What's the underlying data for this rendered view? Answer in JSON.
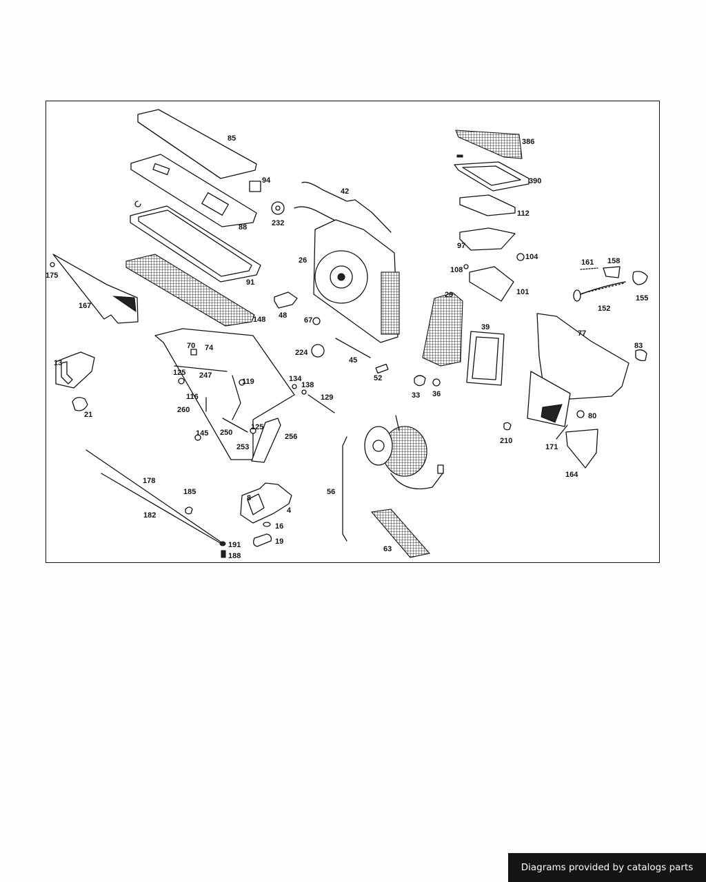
{
  "diagram": {
    "callouts": [
      {
        "id": "85",
        "name": "callout-85"
      },
      {
        "id": "94",
        "name": "callout-94"
      },
      {
        "id": "88",
        "name": "callout-88"
      },
      {
        "id": "232",
        "name": "callout-232"
      },
      {
        "id": "91",
        "name": "callout-91"
      },
      {
        "id": "148",
        "name": "callout-148"
      },
      {
        "id": "175",
        "name": "callout-175"
      },
      {
        "id": "167",
        "name": "callout-167"
      },
      {
        "id": "48",
        "name": "callout-48"
      },
      {
        "id": "67",
        "name": "callout-67"
      },
      {
        "id": "42",
        "name": "callout-42"
      },
      {
        "id": "26",
        "name": "callout-26"
      },
      {
        "id": "386",
        "name": "callout-386"
      },
      {
        "id": "390",
        "name": "callout-390"
      },
      {
        "id": "112",
        "name": "callout-112"
      },
      {
        "id": "97",
        "name": "callout-97"
      },
      {
        "id": "104",
        "name": "callout-104"
      },
      {
        "id": "108",
        "name": "callout-108"
      },
      {
        "id": "101",
        "name": "callout-101"
      },
      {
        "id": "161",
        "name": "callout-161"
      },
      {
        "id": "158",
        "name": "callout-158"
      },
      {
        "id": "152",
        "name": "callout-152"
      },
      {
        "id": "155",
        "name": "callout-155"
      },
      {
        "id": "29",
        "name": "callout-29"
      },
      {
        "id": "39",
        "name": "callout-39"
      },
      {
        "id": "77",
        "name": "callout-77"
      },
      {
        "id": "83",
        "name": "callout-83"
      },
      {
        "id": "13",
        "name": "callout-13"
      },
      {
        "id": "21",
        "name": "callout-21"
      },
      {
        "id": "70",
        "name": "callout-70"
      },
      {
        "id": "74",
        "name": "callout-74"
      },
      {
        "id": "125",
        "name": "callout-125a"
      },
      {
        "id": "247",
        "name": "callout-247"
      },
      {
        "id": "119",
        "name": "callout-119"
      },
      {
        "id": "116",
        "name": "callout-116"
      },
      {
        "id": "260",
        "name": "callout-260"
      },
      {
        "id": "145",
        "name": "callout-145"
      },
      {
        "id": "250",
        "name": "callout-250"
      },
      {
        "id": "125",
        "name": "callout-125b"
      },
      {
        "id": "253",
        "name": "callout-253"
      },
      {
        "id": "256",
        "name": "callout-256"
      },
      {
        "id": "134",
        "name": "callout-134"
      },
      {
        "id": "138",
        "name": "callout-138"
      },
      {
        "id": "129",
        "name": "callout-129"
      },
      {
        "id": "224",
        "name": "callout-224"
      },
      {
        "id": "45",
        "name": "callout-45"
      },
      {
        "id": "52",
        "name": "callout-52"
      },
      {
        "id": "33",
        "name": "callout-33"
      },
      {
        "id": "36",
        "name": "callout-36"
      },
      {
        "id": "210",
        "name": "callout-210"
      },
      {
        "id": "80",
        "name": "callout-80"
      },
      {
        "id": "171",
        "name": "callout-171"
      },
      {
        "id": "164",
        "name": "callout-164"
      },
      {
        "id": "56",
        "name": "callout-56"
      },
      {
        "id": "63",
        "name": "callout-63"
      },
      {
        "id": "178",
        "name": "callout-178"
      },
      {
        "id": "182",
        "name": "callout-182"
      },
      {
        "id": "185",
        "name": "callout-185"
      },
      {
        "id": "8",
        "name": "callout-8"
      },
      {
        "id": "4",
        "name": "callout-4"
      },
      {
        "id": "16",
        "name": "callout-16"
      },
      {
        "id": "19",
        "name": "callout-19"
      },
      {
        "id": "191",
        "name": "callout-191"
      },
      {
        "id": "188",
        "name": "callout-188"
      }
    ]
  },
  "footer": {
    "credit": "Diagrams provided by catalogs parts"
  }
}
